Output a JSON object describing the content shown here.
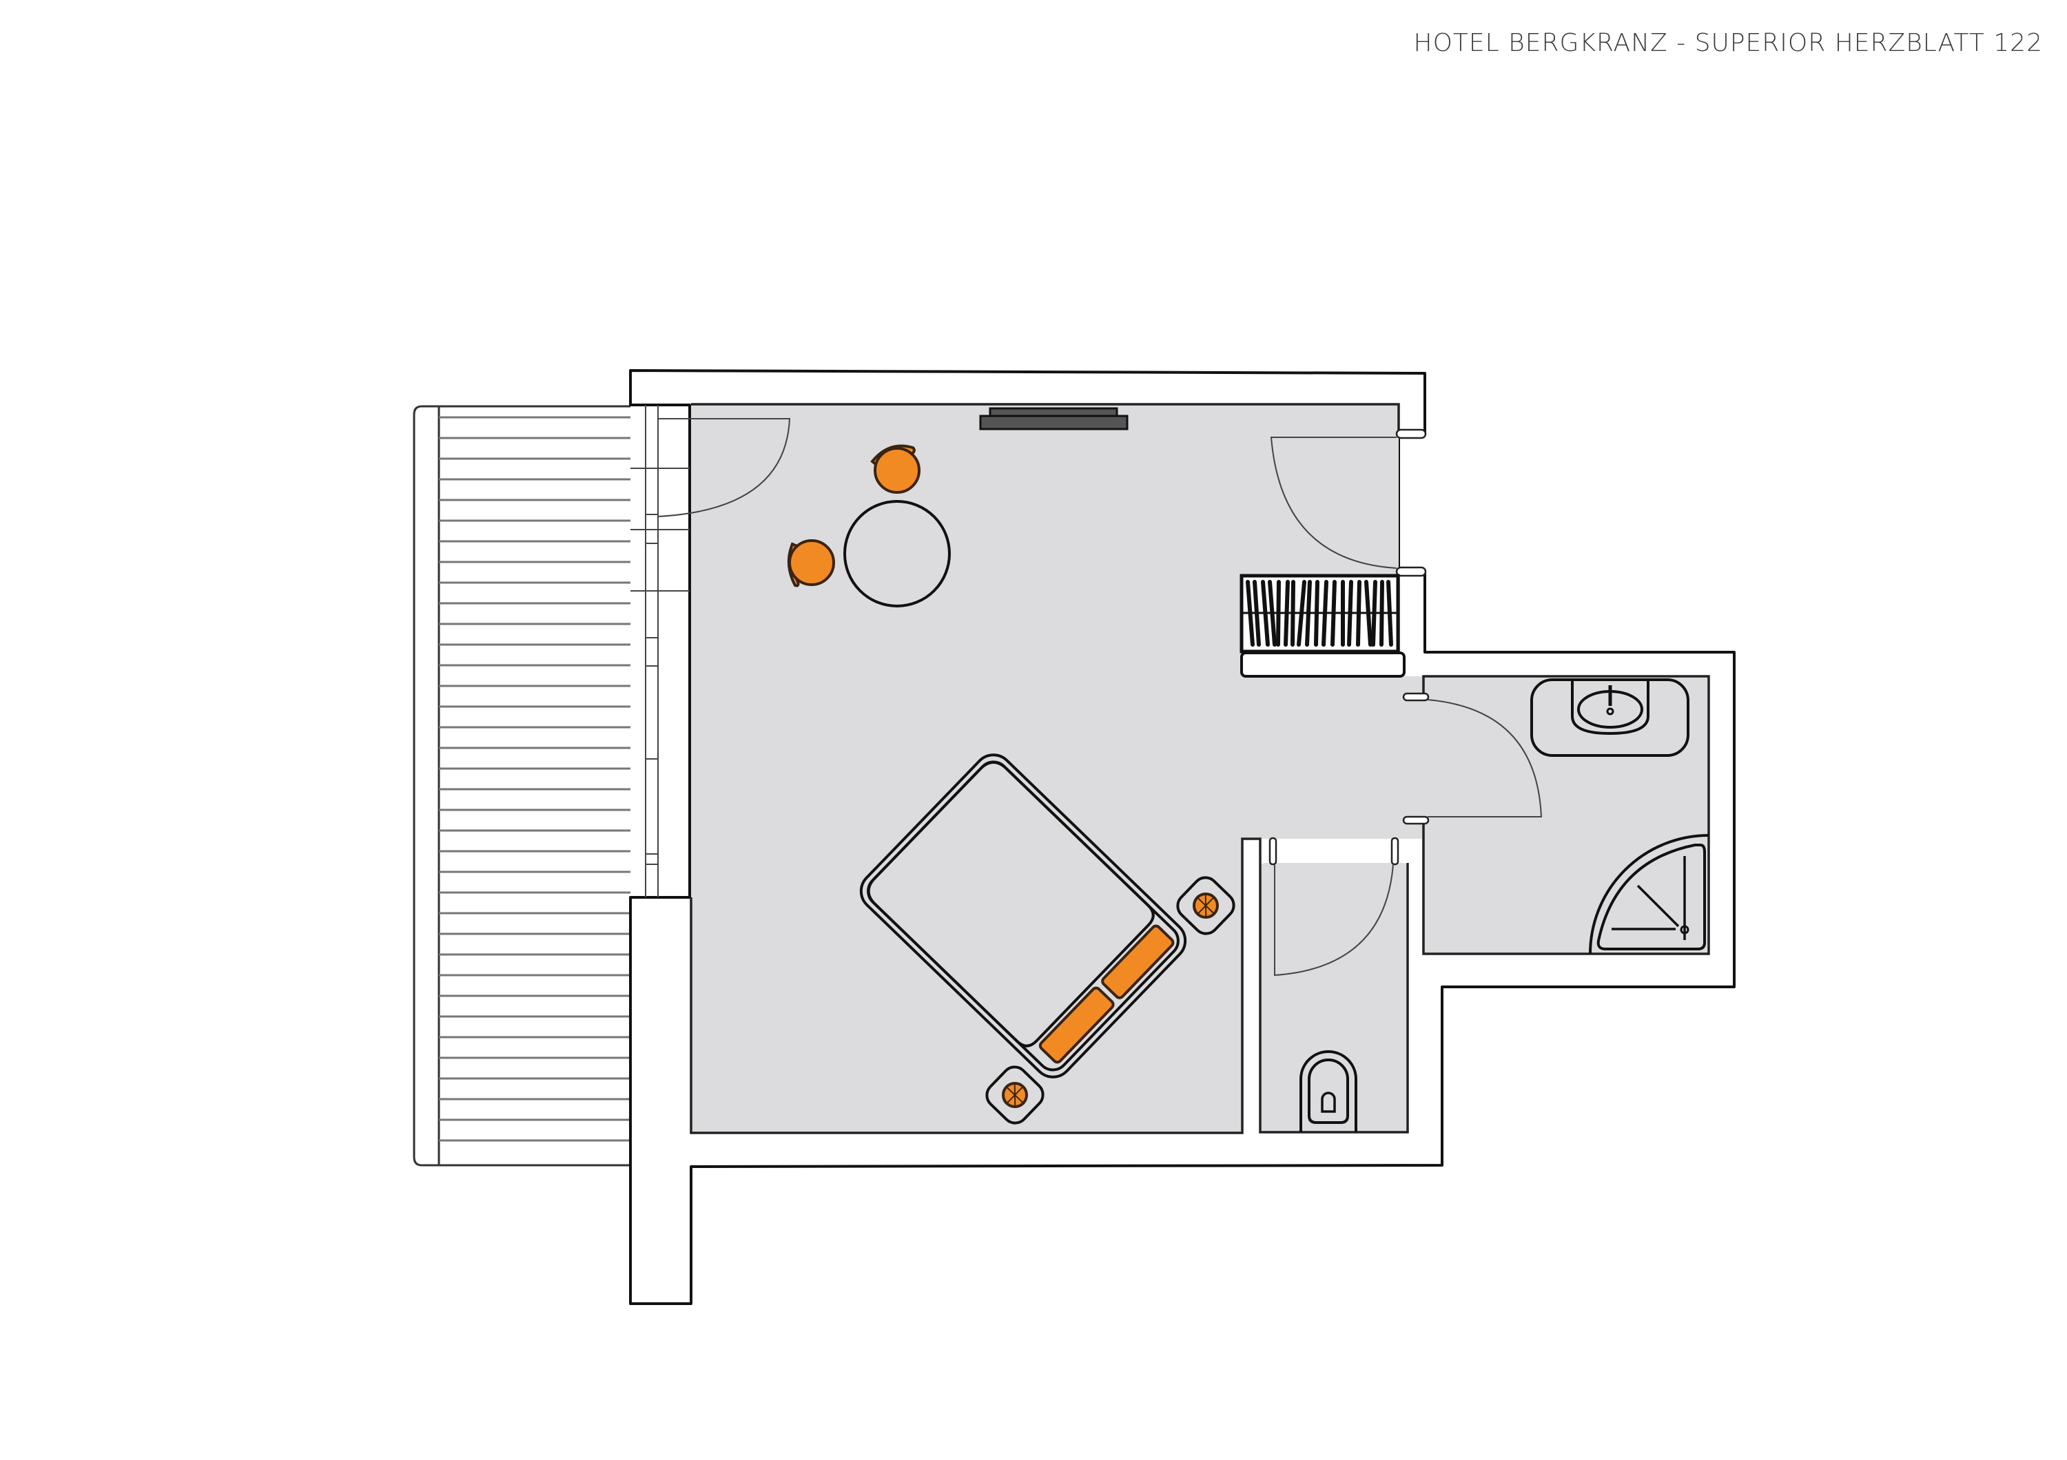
{
  "header": {
    "title": "HOTEL BERGKRANZ - SUPERIOR HERZBLATT 122"
  },
  "colors": {
    "floor": "#dcdcde",
    "accent_orange": "#f28a24",
    "wall_line": "#111111",
    "tv": "#555555"
  },
  "floor_plan": {
    "rooms": [
      {
        "name": "bedroom",
        "furniture": [
          "double-bed",
          "pillows",
          "nightstands",
          "round-table",
          "chairs",
          "tv",
          "wardrobe"
        ]
      },
      {
        "name": "bathroom",
        "furniture": [
          "washbasin",
          "corner-shower"
        ]
      },
      {
        "name": "wc",
        "furniture": [
          "toilet"
        ]
      },
      {
        "name": "balcony",
        "furniture": [
          "decking"
        ]
      }
    ],
    "doors": [
      "balcony-door",
      "entry-door",
      "bathroom-door",
      "wc-door"
    ]
  }
}
